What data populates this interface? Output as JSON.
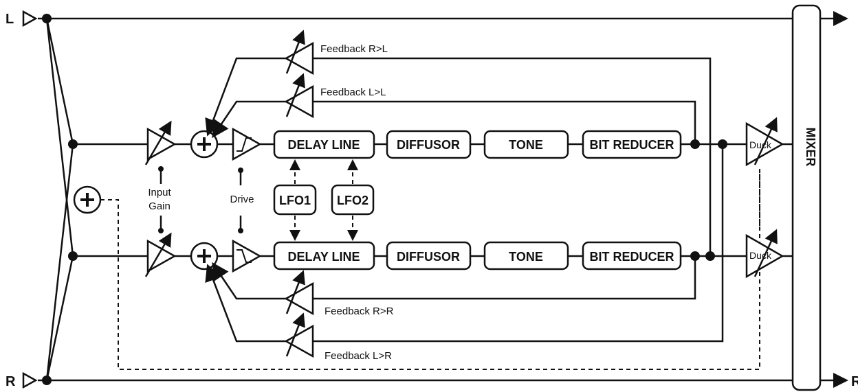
{
  "io": {
    "left_in": "L",
    "right_in": "R",
    "right_out": "R"
  },
  "labels": {
    "input_gain": [
      "Input",
      "Gain"
    ],
    "drive": "Drive",
    "mixer": "MIXER",
    "duck": "Duck"
  },
  "feedback": {
    "r_to_l": "Feedback R>L",
    "l_to_l": "Feedback L>L",
    "r_to_r": "Feedback R>R",
    "l_to_r": "Feedback L>R"
  },
  "blocks": {
    "delay_line": "DELAY LINE",
    "diffusor": "DIFFUSOR",
    "tone": "TONE",
    "bit_reducer": "BIT REDUCER",
    "lfo1": "LFO1",
    "lfo2": "LFO2"
  }
}
